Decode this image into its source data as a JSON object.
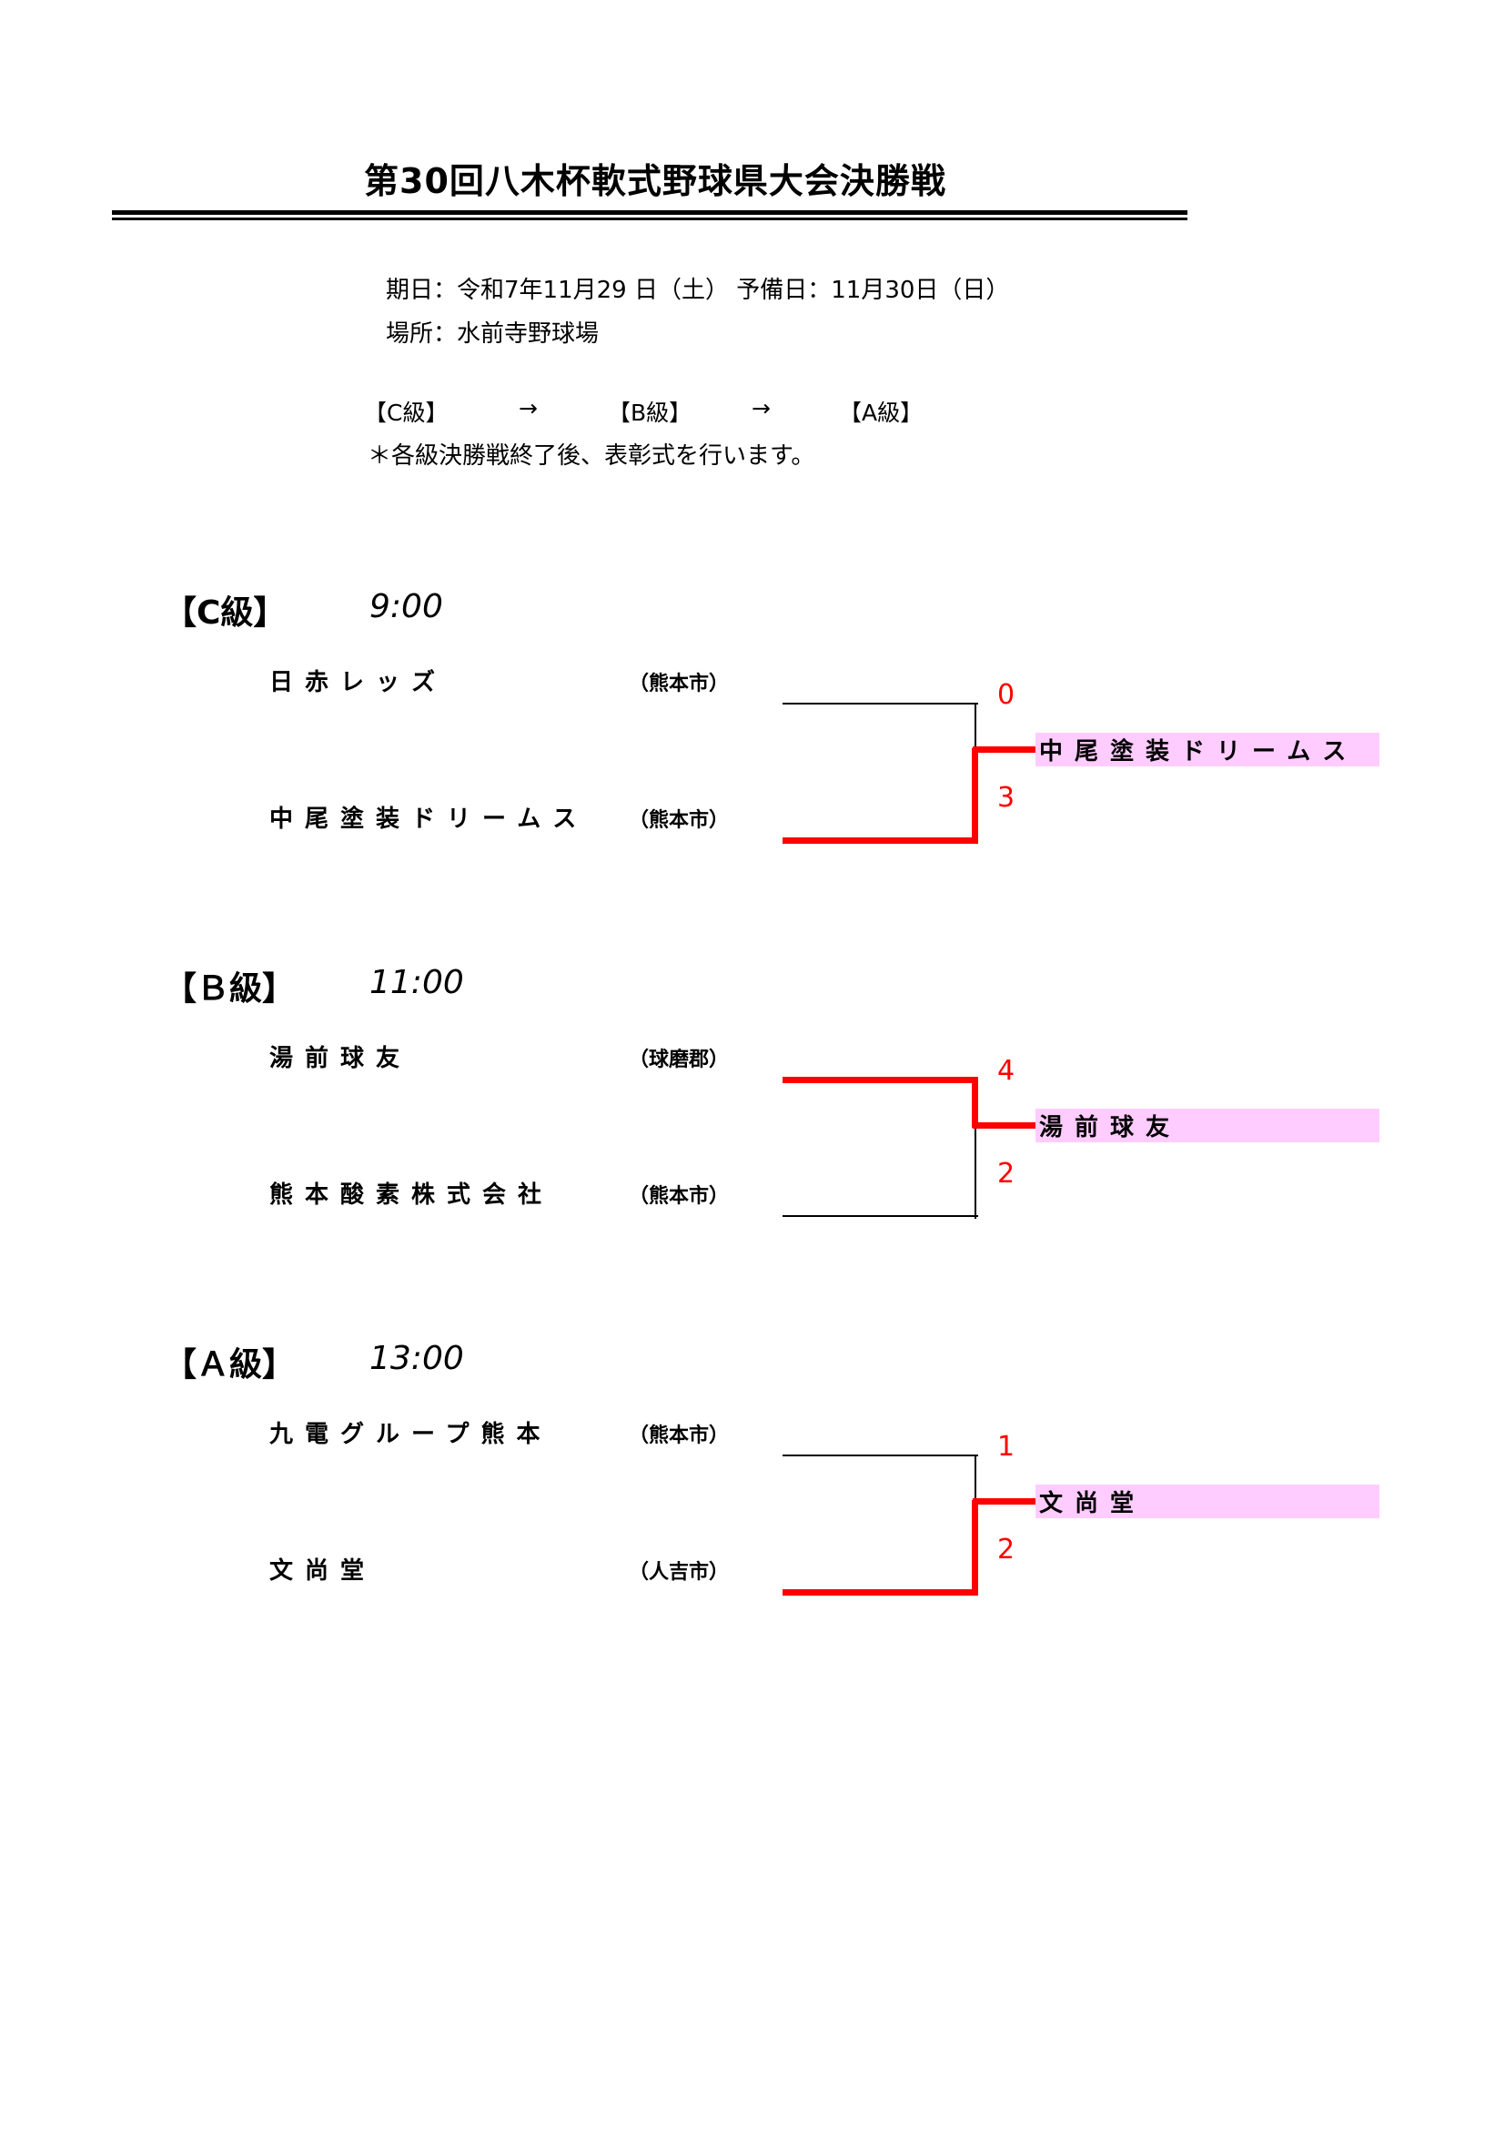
{
  "title": "第30回八木杯軟式野球県大会決勝戦",
  "info": {
    "date": "期日：令和7年11月29 日（土） 予備日：11月30日（日）",
    "venue": "場所：水前寺野球場"
  },
  "order": {
    "c": "【C級】",
    "arrow1": "→",
    "b": "【B級】",
    "arrow2": "→",
    "a": "【A級】",
    "note": "＊各級決勝戦終了後、表彰式を行います。"
  },
  "colors": {
    "winner_line": "#ff0000",
    "winner_bg": "#ffccff",
    "score": "#ff0000"
  },
  "sections": [
    {
      "heading": "【C級】",
      "time": "9:00",
      "team1": {
        "name": "日赤レッズ",
        "city": "（熊本市）",
        "score": "0"
      },
      "team2": {
        "name": "中尾塗装ドリームス",
        "city": "（熊本市）",
        "score": "3"
      },
      "winner": "中尾塗装ドリームス",
      "winner_slot": 2
    },
    {
      "heading": "【Ｂ級】",
      "time": "11:00",
      "team1": {
        "name": "湯前球友",
        "city": "（球磨郡）",
        "score": "4"
      },
      "team2": {
        "name": "熊本酸素株式会社",
        "city": "（熊本市）",
        "score": "2"
      },
      "winner": "湯前球友",
      "winner_slot": 1
    },
    {
      "heading": "【Ａ級】",
      "time": "13:00",
      "team1": {
        "name": "九電グループ熊本",
        "city": "（熊本市）",
        "score": "1"
      },
      "team2": {
        "name": "文尚堂",
        "city": "（人吉市）",
        "score": "2"
      },
      "winner": "文尚堂",
      "winner_slot": 2
    }
  ]
}
